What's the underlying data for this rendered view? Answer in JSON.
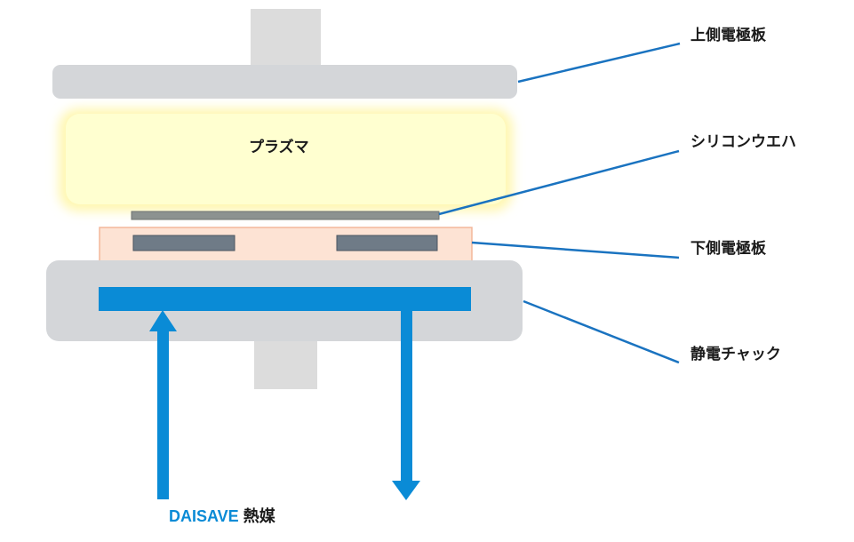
{
  "labels": {
    "upper_electrode": "上側電極板",
    "silicon_wafer": "シリコンウエハ",
    "lower_electrode": "下側電極板",
    "electrostatic_chuck": "静電チャック",
    "plasma": "プラズマ"
  },
  "heat_medium": {
    "brand": "DAISAVE",
    "suffix": "熱媒"
  },
  "colors": {
    "electrode_gray": "#d4d6d9",
    "shaft_gray": "#dcdcdc",
    "plasma_fill": "#ffffd0",
    "plasma_glow": "#fff7b0",
    "wafer": "#8c9290",
    "lower_electrode_fill": "#fde3d4",
    "lower_electrode_border": "#f3b79a",
    "chuck_pad": "#6f7b87",
    "coolant_blue": "#0a8bd6",
    "leader_line": "#1a73c0"
  },
  "icons": {
    "flow_in": "arrow-up-icon",
    "flow_out": "arrow-down-icon"
  }
}
